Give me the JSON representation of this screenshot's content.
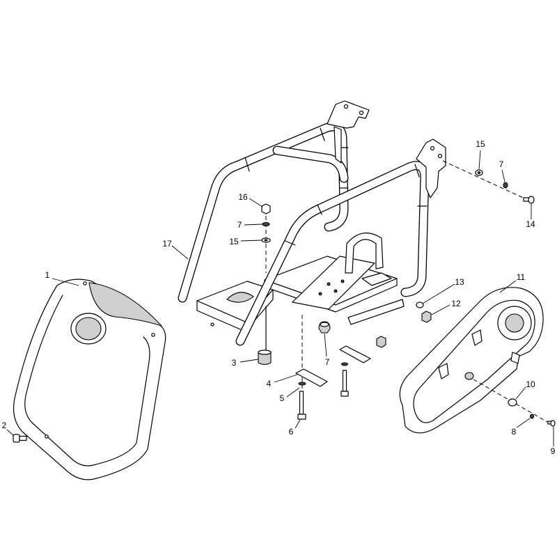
{
  "callouts": [
    "1",
    "2",
    "3",
    "4",
    "5",
    "6",
    "7",
    "7",
    "7",
    "8",
    "9",
    "10",
    "11",
    "12",
    "13",
    "14",
    "15",
    "15",
    "16",
    "17"
  ]
}
